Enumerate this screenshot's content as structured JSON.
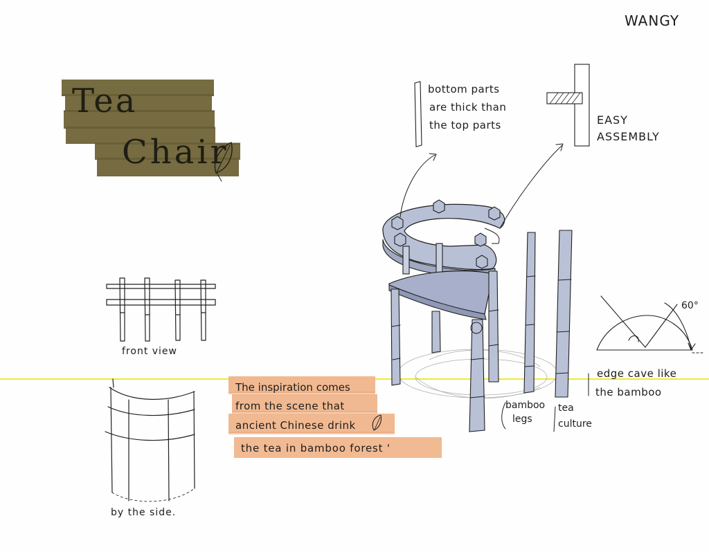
{
  "signature": "WANGY",
  "title": {
    "line1": "Tea",
    "line2": "Chair"
  },
  "annotations": {
    "bottom_parts": [
      "bottom parts",
      "are thick than",
      "the top parts"
    ],
    "easy_assembly": [
      "EASY",
      "ASSEMBLY"
    ],
    "edge_cave": [
      "edge cave like",
      "the bamboo"
    ],
    "angle": "60°",
    "bamboo_legs": [
      "bamboo",
      "legs"
    ],
    "tea_culture": [
      "tea",
      "culture"
    ]
  },
  "views": {
    "front": "front view",
    "side": "by the side."
  },
  "inspiration": {
    "lines": [
      "The inspiration comes",
      "from the scene that",
      "ancient Chinese drink",
      "the tea in bamboo forest '"
    ]
  },
  "colors": {
    "paper": "#fefefe",
    "title_marker": "#6f6437",
    "inspiration_marker": "#f1b68c",
    "chair_blue": "#b8c0d6",
    "seat_blue": "#a7afca",
    "guide_line": "#f2ea2a"
  }
}
